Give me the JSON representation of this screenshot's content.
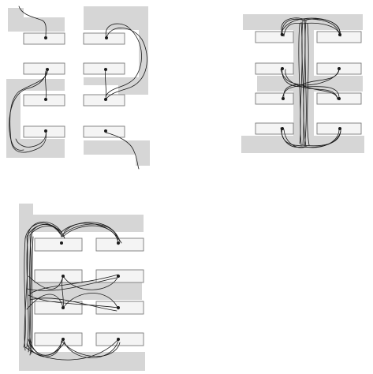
{
  "diagram": {
    "panels": [
      {
        "id": "panel-a",
        "description_visible": false
      },
      {
        "id": "panel-b",
        "description_visible": false
      },
      {
        "id": "panel-c",
        "description_visible": false
      }
    ],
    "colors": {
      "background": "#ffffff",
      "zone": "#d6d6d6",
      "shelf_fill": "#f4f4f4",
      "shelf_stroke": "#7a7a7a",
      "trace": "#1a1a1a"
    }
  }
}
